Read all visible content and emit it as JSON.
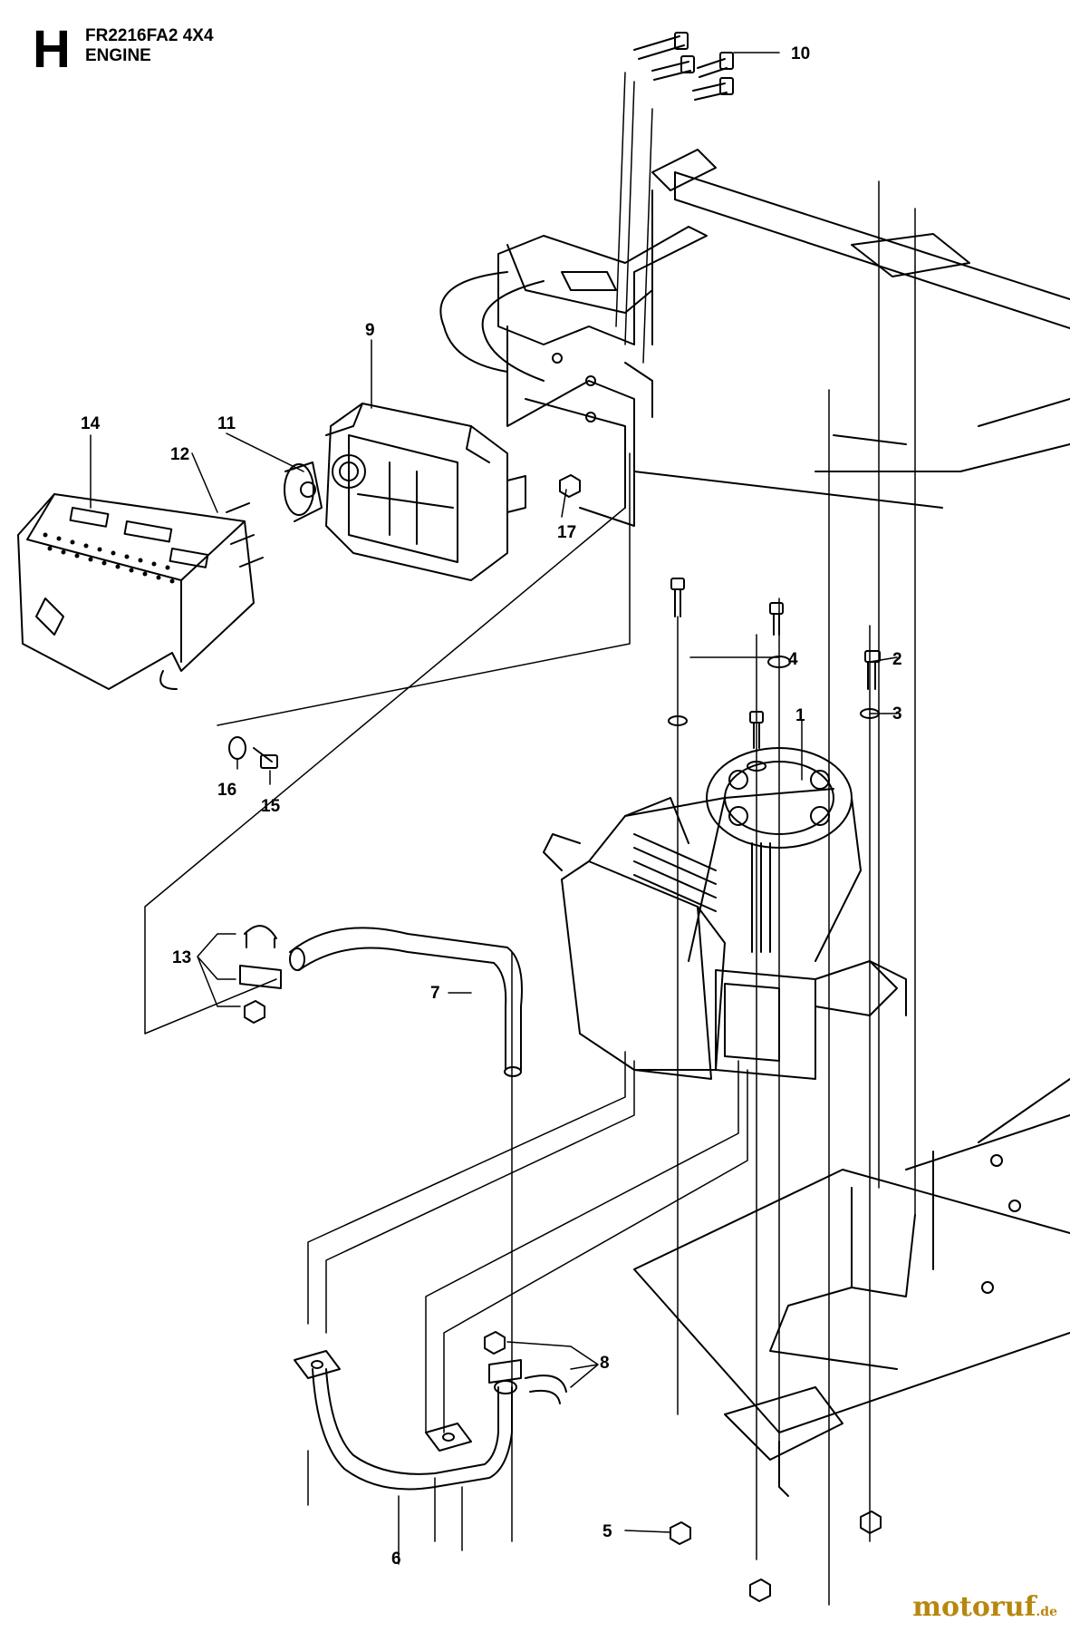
{
  "header": {
    "section_letter": "H",
    "model": "FR2216FA2 4X4",
    "title": "ENGINE"
  },
  "callouts": [
    "1",
    "2",
    "3",
    "4",
    "5",
    "6",
    "7",
    "8",
    "9",
    "10",
    "11",
    "12",
    "13",
    "14",
    "15",
    "16",
    "17"
  ],
  "watermark": {
    "name": "motoruf",
    "tld": ".de",
    "color": "#b8870f"
  }
}
